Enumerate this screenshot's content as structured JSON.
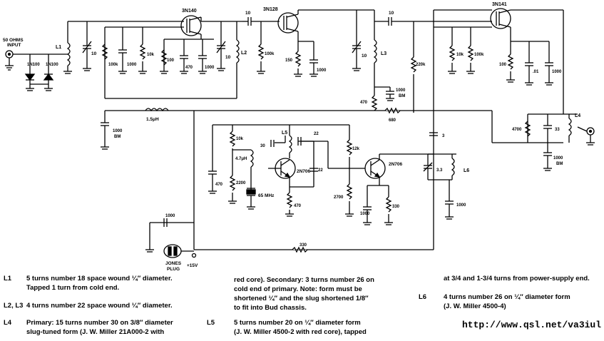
{
  "labels": {
    "input": [
      "50 OHMS",
      "INPUT"
    ],
    "L1": "L1",
    "L2": "L2",
    "L3": "L3",
    "L4": "L4",
    "L5": "L5",
    "L6": "L6",
    "q1": "3N140",
    "q2": "3N128",
    "q3": "3N141",
    "q4": "2N706",
    "q5": "2N706",
    "d1": "1N100",
    "d2": "1N100",
    "c10": "10",
    "c1000": "1000",
    "c1000bm": "1000",
    "bm": "BM",
    "c470": "470",
    "c01": ".01",
    "c33": "33",
    "c3": "3",
    "c33b": "3.3",
    "c22": "22",
    "c30": "30",
    "r100k": "100k",
    "r10k": "10k",
    "r100": "100",
    "r150": "150",
    "r220k": "220k",
    "r470": "470",
    "r680": "680",
    "r4700": "4700",
    "r12k": "12k",
    "r2700": "2700",
    "r2200": "2200",
    "r330": "330",
    "choke15": "1.5μH",
    "choke47": "4.7μH",
    "xtal": "65 MHz",
    "plug": [
      "JONES",
      "PLUG"
    ],
    "supply": "+15V"
  },
  "notes": {
    "l1": {
      "label": "L1",
      "lines": [
        "5 turns number 18 space wound ¼″ diameter.",
        "Tapped 1 turn from cold end."
      ]
    },
    "l23": {
      "label": "L2, L3",
      "lines": [
        "4 turns number 22 space wound ¼″ diameter."
      ]
    },
    "l4": {
      "label": "L4",
      "lines": [
        "Primary: 15 turns number 30 on 3/8″ diameter",
        "slug-tuned form (J. W. Miller 21A000-2 with"
      ]
    },
    "l4cont": {
      "lines": [
        "red core). Secondary: 3 turns number 26 on",
        "cold end of primary. Note: form must be",
        "shortened ¼″ and the slug shortened 1/8″",
        "to fit into Bud chassis."
      ]
    },
    "l5": {
      "label": "L5",
      "lines": [
        "5 turns number 20 on ¼″ diameter form",
        "(J. W. Miller 4500-2 with red core), tapped"
      ]
    },
    "l5cont": {
      "lines": [
        "at 3/4 and 1-3/4 turns from power-supply end."
      ]
    },
    "l6": {
      "label": "L6",
      "lines": [
        "4 turns number 26 on ¼″ diameter form",
        "(J. W. Miller 4500-4)"
      ]
    }
  },
  "url": "http://www.qsl.net/va3iul"
}
